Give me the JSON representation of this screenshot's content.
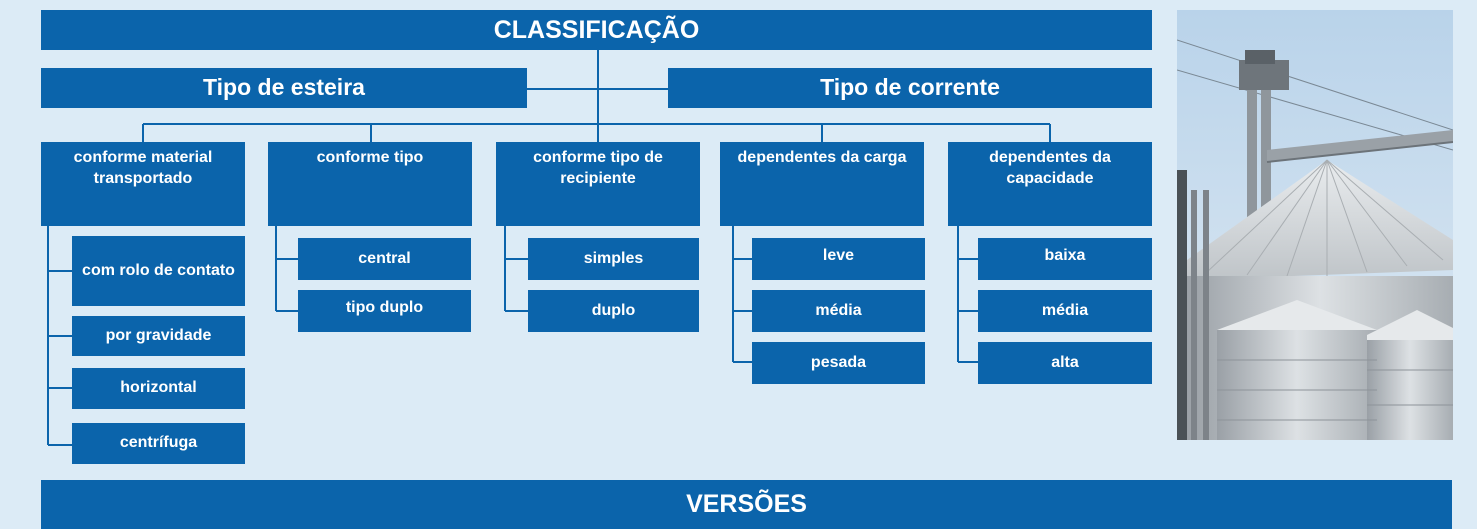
{
  "classification": {
    "title": "CLASSIFICAÇÃO"
  },
  "types": {
    "belt": "Tipo de esteira",
    "chain": "Tipo de corrente"
  },
  "categories": [
    {
      "label": "conforme material transportado",
      "items": [
        "com rolo de contato",
        "por gravidade",
        "horizontal",
        "centrífuga"
      ]
    },
    {
      "label": "conforme tipo",
      "items": [
        "central",
        "tipo duplo"
      ]
    },
    {
      "label": "conforme tipo de recipiente",
      "items": [
        "simples",
        "duplo"
      ]
    },
    {
      "label": "dependentes da carga",
      "items": [
        "leve",
        "média",
        "pesada"
      ]
    },
    {
      "label": "dependentes da capacidade",
      "items": [
        "baixa",
        "média",
        "alta"
      ]
    }
  ],
  "versions": {
    "title": "VERSÕES"
  },
  "colors": {
    "box": "#0b64ab",
    "background": "#dcebf6",
    "text": "#ffffff"
  },
  "photo": {
    "subject": "grain silos with bucket elevator"
  }
}
